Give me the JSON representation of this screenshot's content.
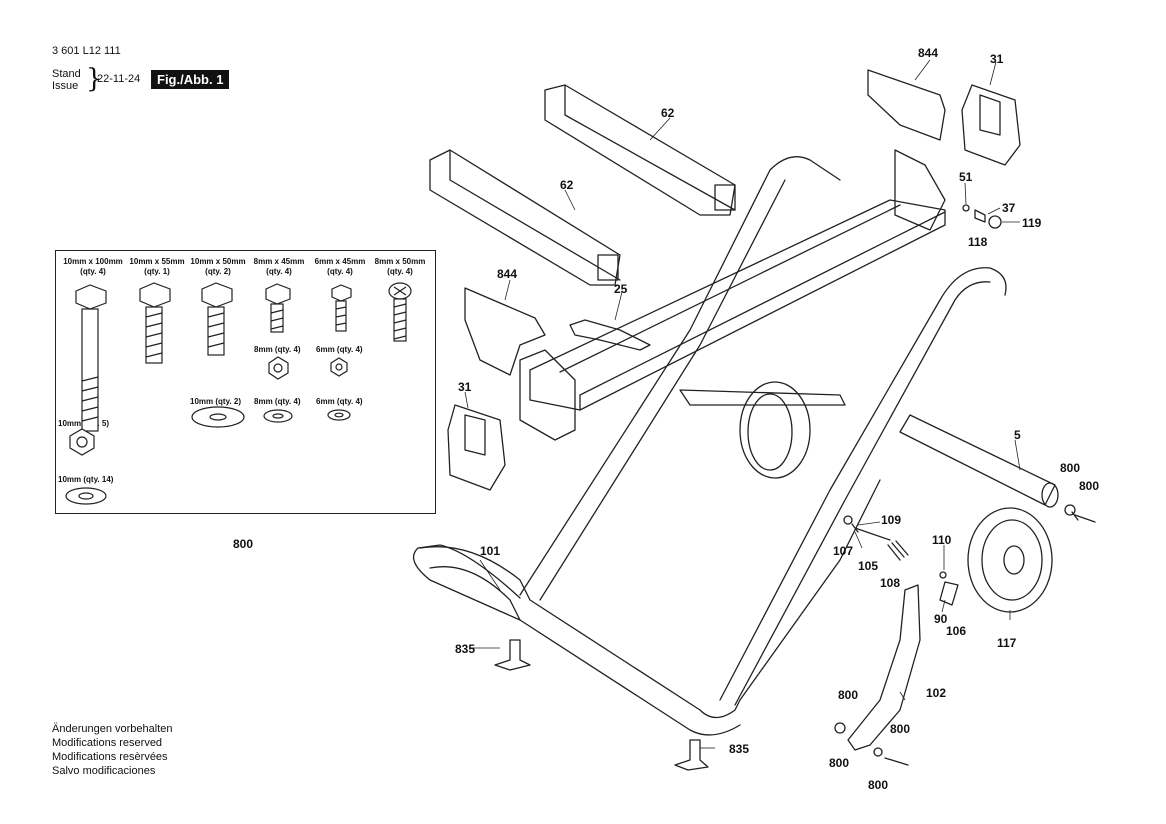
{
  "header": {
    "doc_number": "3 601 L12 111",
    "stand_label": "Stand",
    "issue_label": "Issue",
    "brace": "}",
    "date": "22-11-24",
    "figure_tag": "Fig./Abb. 1"
  },
  "footer": {
    "notes": [
      "Änderungen vorbehalten",
      "Modifications reserved",
      "Modifications resèrvées",
      "Salvo modificaciones"
    ]
  },
  "kit": {
    "callout": "800",
    "items": [
      {
        "label": "10mm x 100mm",
        "qty": "(qty. 4)"
      },
      {
        "label": "10mm x 55mm",
        "qty": "(qty. 1)"
      },
      {
        "label": "10mm x 50mm",
        "qty": "(qty. 2)"
      },
      {
        "label": "8mm x 45mm",
        "qty": "(qty. 4)"
      },
      {
        "label": "6mm x 45mm",
        "qty": "(qty. 4)"
      },
      {
        "label": "8mm x 50mm",
        "qty": "(qty. 4)"
      },
      {
        "label": "8mm",
        "qty": "(qty. 4)"
      },
      {
        "label": "6mm",
        "qty": "(qty. 4)"
      },
      {
        "label": "10mm",
        "qty": "(qty. 2)"
      },
      {
        "label": "8mm",
        "qty": "(qty. 4)"
      },
      {
        "label": "6mm",
        "qty": "(qty. 4)"
      },
      {
        "label": "10mm",
        "qty": "(qty. 5)"
      },
      {
        "label": "10mm",
        "qty": "(qty. 14)"
      }
    ]
  },
  "callouts": {
    "c844a": "844",
    "c31a": "31",
    "c62a": "62",
    "c62b": "62",
    "c51": "51",
    "c37": "37",
    "c119": "119",
    "c118": "118",
    "c844b": "844",
    "c25": "25",
    "c31b": "31",
    "c5": "5",
    "c800a": "800",
    "c800b": "800",
    "c109": "109",
    "c107": "107",
    "c105": "105",
    "c108": "108",
    "c110": "110",
    "c90": "90",
    "c106": "106",
    "c117": "117",
    "c101": "101",
    "c835a": "835",
    "c835b": "835",
    "c102": "102",
    "c800c": "800",
    "c800d": "800",
    "c800e": "800",
    "c800f": "800"
  },
  "colors": {
    "line": "#222222",
    "fill": "#ffffff",
    "label_bg": "#111111"
  }
}
